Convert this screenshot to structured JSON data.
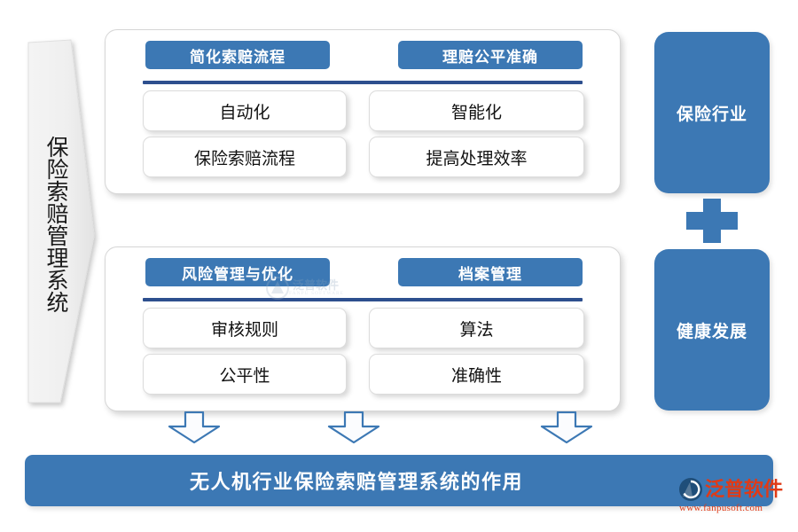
{
  "left_banner": {
    "label": "保险索赔管理系统"
  },
  "panels": [
    {
      "name": "top",
      "headers": [
        "简化索赔流程",
        "理赔公平准确"
      ],
      "cards": [
        [
          "自动化",
          "智能化"
        ],
        [
          "保险索赔流程",
          "提高处理效率"
        ]
      ]
    },
    {
      "name": "bottom",
      "headers": [
        "风险管理与优化",
        "档案管理"
      ],
      "cards": [
        [
          "审核规则",
          "算法"
        ],
        [
          "公平性",
          "准确性"
        ]
      ]
    }
  ],
  "right_blocks": [
    {
      "label": "保险行业"
    },
    {
      "label": "健康发展"
    }
  ],
  "connector": {
    "icon": "plus-icon"
  },
  "down_arrows": [
    {
      "icon": "arrow-down-icon"
    },
    {
      "icon": "arrow-down-icon"
    },
    {
      "icon": "arrow-down-icon"
    }
  ],
  "banner": {
    "text": "无人机行业保险索赔管理系统的作用"
  },
  "watermark": {
    "text": "泛普软件",
    "sub": "FANPU SOFTWARE"
  },
  "logo": {
    "name": "泛普软件",
    "url": "www.fanpusoft.com"
  },
  "colors": {
    "brand_blue": "#3c78b4",
    "divider_navy": "#2d4f8e",
    "arrow_outline": "#3c78b4",
    "card_white": "#ffffff",
    "logo_red": "#e03a16",
    "banner_gray": "#f1f1f1"
  }
}
